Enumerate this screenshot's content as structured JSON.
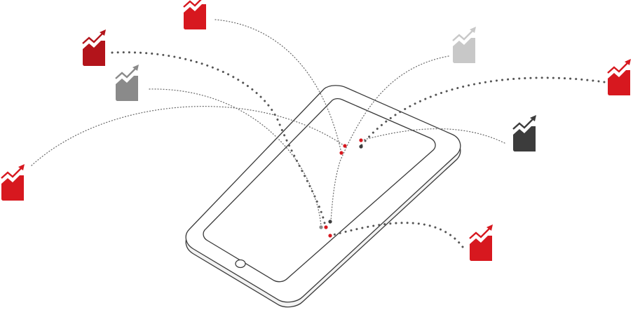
{
  "colors": {
    "red": "#d7181f",
    "dark_red": "#b3141b",
    "grey": "#8a8a8a",
    "light_grey": "#c8c8c8",
    "dark_grey": "#3c3c3c",
    "outline": "#3a3a3a",
    "device_shadow": "#f2f2f2"
  },
  "icons": [
    {
      "name": "growth-chart-icon",
      "color": "red"
    },
    {
      "name": "growth-chart-icon",
      "color": "dark_red"
    },
    {
      "name": "growth-chart-icon",
      "color": "grey"
    },
    {
      "name": "growth-chart-icon",
      "color": "red"
    },
    {
      "name": "growth-chart-icon",
      "color": "light_grey"
    },
    {
      "name": "growth-chart-icon",
      "color": "red"
    },
    {
      "name": "growth-chart-icon",
      "color": "dark_grey"
    },
    {
      "name": "growth-chart-icon",
      "color": "red"
    }
  ],
  "device": {
    "name": "tablet-icon",
    "home_button": "home-button-icon"
  }
}
